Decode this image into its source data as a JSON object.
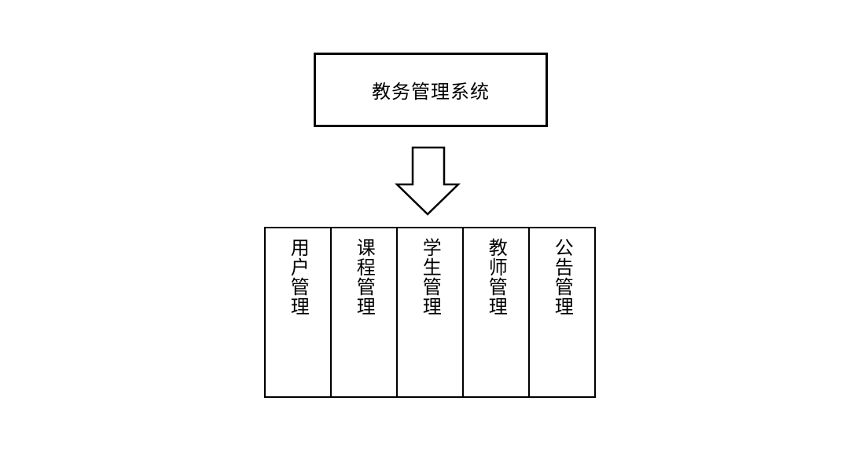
{
  "diagram": {
    "title": "教务管理系统",
    "modules": [
      {
        "label": "用户管理"
      },
      {
        "label": "课程管理"
      },
      {
        "label": "学生管理"
      },
      {
        "label": "教师管理"
      },
      {
        "label": "公告管理"
      }
    ],
    "colors": {
      "stroke": "#000000",
      "background": "#ffffff",
      "text": "#000000"
    }
  }
}
